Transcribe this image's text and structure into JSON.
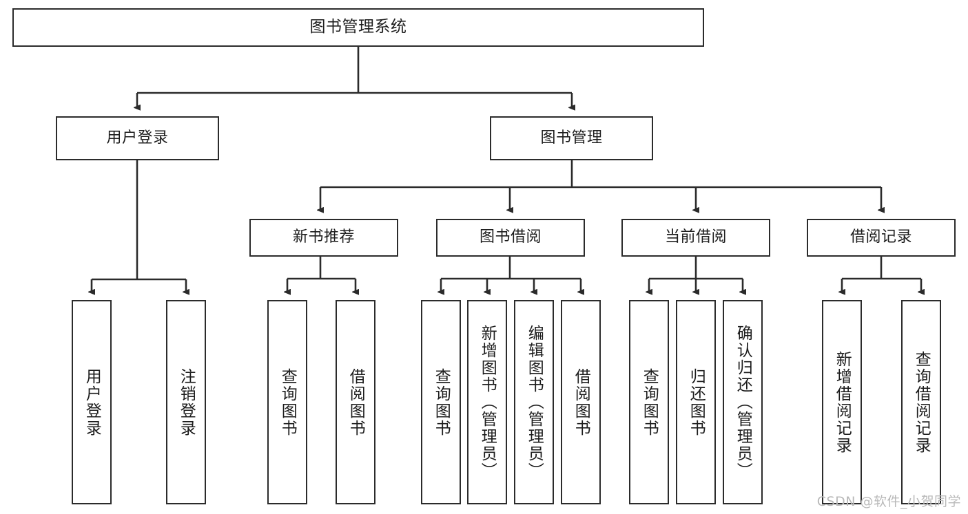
{
  "diagram": {
    "title": "图书管理系统",
    "type": "tree",
    "colors": {
      "box_border": "#2b2b2b",
      "box_fill": "#ffffff",
      "edge": "#2b2b2b",
      "text": "#1d1d1d",
      "watermark": "#b9b9b9",
      "background": "#ffffff"
    },
    "root": {
      "label": "图书管理系统"
    },
    "level2": [
      {
        "label": "用户登录"
      },
      {
        "label": "图书管理"
      }
    ],
    "level3": [
      {
        "label": "新书推荐"
      },
      {
        "label": "图书借阅"
      },
      {
        "label": "当前借阅"
      },
      {
        "label": "借阅记录"
      }
    ],
    "leaves": {
      "user_login": [
        {
          "label": "用户登录"
        },
        {
          "label": "注销登录"
        }
      ],
      "new_book_recommend": [
        {
          "label": "查询图书"
        },
        {
          "label": "借阅图书"
        }
      ],
      "book_borrow": [
        {
          "label": "查询图书"
        },
        {
          "label": "新增图书（管理员）"
        },
        {
          "label": "编辑图书（管理员）"
        },
        {
          "label": "借阅图书"
        }
      ],
      "current_borrow": [
        {
          "label": "查询图书"
        },
        {
          "label": "归还图书"
        },
        {
          "label": "确认归还（管理员）"
        }
      ],
      "borrow_record": [
        {
          "label": "新增借阅记录"
        },
        {
          "label": "查询借阅记录"
        }
      ]
    }
  },
  "watermark": {
    "text": "CSDN @软件_小贺同学"
  }
}
